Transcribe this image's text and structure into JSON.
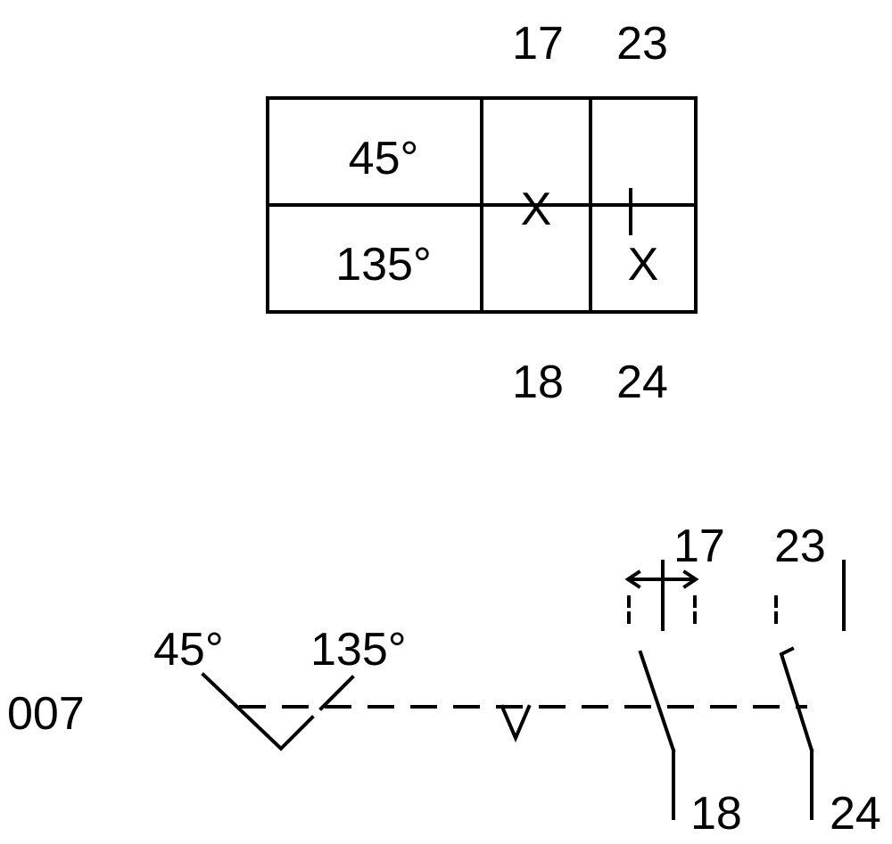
{
  "table": {
    "top_terminals": [
      "17",
      "23"
    ],
    "bottom_terminals": [
      "18",
      "24"
    ],
    "row_labels": [
      "45°",
      "135°"
    ],
    "marks": [
      "X",
      "X"
    ]
  },
  "symbol": {
    "id_label": "007",
    "angle_labels": [
      "45°",
      "135°"
    ],
    "contact_top_labels": [
      "17",
      "23"
    ],
    "contact_bottom_labels": [
      "18",
      "24"
    ]
  }
}
